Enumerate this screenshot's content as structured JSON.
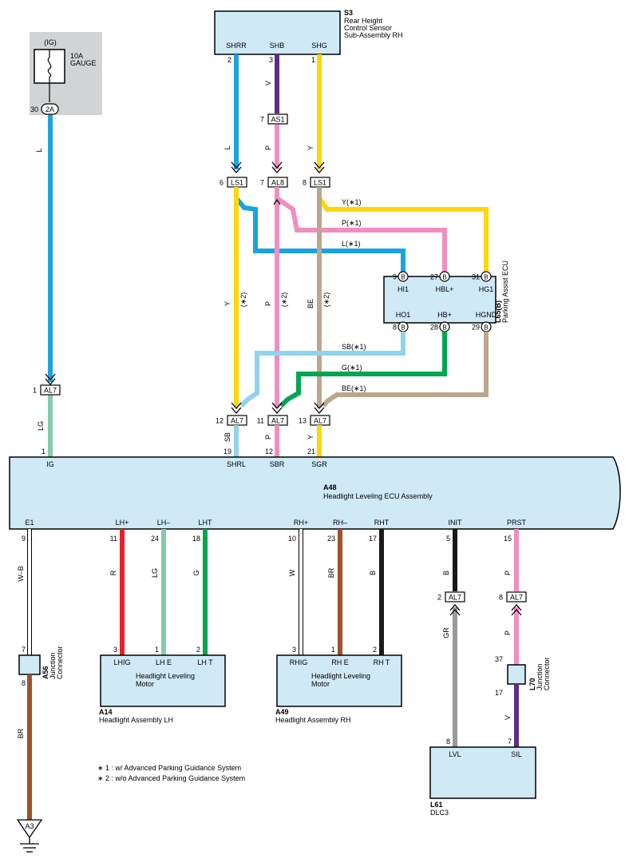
{
  "fuse": {
    "supply": "(IG)",
    "rating": "10A",
    "name": "GAUGE",
    "pin": "30",
    "connector": "2A"
  },
  "s3": {
    "ref": "S3",
    "name_lines": [
      "Rear Height",
      "Control Sensor",
      "Sub-Assembly RH"
    ],
    "pins": [
      {
        "label": "SHRR",
        "num": "2"
      },
      {
        "label": "SHB",
        "num": "3"
      },
      {
        "label": "SHG",
        "num": "1"
      }
    ]
  },
  "junctions": {
    "as1": {
      "num": "7",
      "label": "AS1"
    },
    "ls1_a": {
      "num": "6",
      "label": "LS1"
    },
    "al8": {
      "num": "7",
      "label": "AL8"
    },
    "ls1_b": {
      "num": "8",
      "label": "LS1"
    },
    "al7_ig": {
      "num": "1",
      "label": "AL7"
    },
    "al7_sb": {
      "num": "12",
      "label": "AL7"
    },
    "al7_p": {
      "num": "11",
      "label": "AL7"
    },
    "al7_y": {
      "num": "13",
      "label": "AL7"
    },
    "al7_init": {
      "num": "2",
      "label": "AL7"
    },
    "al7_prst": {
      "num": "8",
      "label": "AL7"
    }
  },
  "wire_labels": {
    "ig_top": "L",
    "ig_bottom": "LG",
    "s3_shrr": "L",
    "s3_shb": "V",
    "s3_shb_p": "P",
    "s3_shg": "Y",
    "y_note1": "Y(∗1)",
    "p_note1": "P(∗1)",
    "l_note1": "L(∗1)",
    "y_note2": "Y",
    "p_note2": "P",
    "be_note2": "BE",
    "note2": "(∗2)",
    "sb_note1": "SB(∗1)",
    "g_note1": "G(∗1)",
    "be_note1": "BE(∗1)",
    "sb_bottom": "SB",
    "p_bottom": "P",
    "y_bottom": "Y",
    "e1": "W–B",
    "lh_plus": "R",
    "lh_minus": "LG",
    "lht": "G",
    "rh_plus": "W",
    "rh_minus": "BR",
    "rht": "B",
    "init": "B",
    "init_low": "GR",
    "prst": "P",
    "prst_low": "P",
    "l70_low": "V",
    "a56_low": "BR"
  },
  "parking_ecu": {
    "ref": "L65(B)",
    "name": "Parking Assist ECU",
    "top_pins": [
      {
        "num": "9",
        "conn": "B",
        "label": "HI1"
      },
      {
        "num": "27",
        "conn": "B",
        "label": "HBL+"
      },
      {
        "num": "31",
        "conn": "B",
        "label": "HG1"
      }
    ],
    "bottom_pins": [
      {
        "num": "8",
        "conn": "B",
        "label": "HO1"
      },
      {
        "num": "28",
        "conn": "B",
        "label": "HB+"
      },
      {
        "num": "29",
        "conn": "B",
        "label": "HGND"
      }
    ]
  },
  "a48": {
    "ref": "A48",
    "name": "Headlight Leveling ECU Assembly",
    "top_pins": [
      {
        "num": "1",
        "label": "IG"
      },
      {
        "num": "19",
        "label": "SHRL"
      },
      {
        "num": "12",
        "label": "SBR"
      },
      {
        "num": "21",
        "label": "SGR"
      }
    ],
    "bottom_pins": [
      {
        "num": "9",
        "label": "E1"
      },
      {
        "num": "11",
        "label": "LH+"
      },
      {
        "num": "24",
        "label": "LH–"
      },
      {
        "num": "18",
        "label": "LHT"
      },
      {
        "num": "10",
        "label": "RH+"
      },
      {
        "num": "23",
        "label": "RH–"
      },
      {
        "num": "17",
        "label": "RHT"
      },
      {
        "num": "5",
        "label": "INIT"
      },
      {
        "num": "15",
        "label": "PRST"
      }
    ]
  },
  "a14": {
    "ref": "A14",
    "name": "Headlight Assembly LH",
    "motor_lines": [
      "Headlight Leveling",
      "Motor"
    ],
    "pins": [
      {
        "num": "3",
        "label": "LHIG"
      },
      {
        "num": "1",
        "label": "LH E"
      },
      {
        "num": "2",
        "label": "LH T"
      }
    ]
  },
  "a49": {
    "ref": "A49",
    "name": "Headlight Assembly RH",
    "motor_lines": [
      "Headlight Leveling",
      "Motor"
    ],
    "pins": [
      {
        "num": "3",
        "label": "RHIG"
      },
      {
        "num": "1",
        "label": "RH E"
      },
      {
        "num": "2",
        "label": "RH T"
      }
    ]
  },
  "a56": {
    "ref": "A56",
    "name_lines": [
      "Junction",
      "Connector"
    ],
    "pin_top": "7",
    "pin_bottom": "8"
  },
  "l70": {
    "ref": "L70",
    "name_lines": [
      "Junction",
      "Connector"
    ],
    "pin_top": "37",
    "pin_bottom": "17"
  },
  "l61": {
    "ref": "L61",
    "name": "DLC3",
    "pins": [
      {
        "num": "8",
        "label": "LVL"
      },
      {
        "num": "7",
        "label": "SIL"
      }
    ]
  },
  "ground": {
    "label": "A3"
  },
  "notes": [
    "∗ 1 : w/ Advanced Parking Guidance System",
    "∗ 2 : w/o Advanced Parking Guidance System"
  ],
  "colors": {
    "box_fill": "#cfe9f5",
    "fuse_bg": "#d1d3d4",
    "L": "#1aa3e0",
    "LG": "#85ccaa",
    "V": "#5c2d88",
    "P": "#f08ec0",
    "Y": "#ffd800",
    "SB": "#8fd4ef",
    "G": "#00a650",
    "BE": "#bba78e",
    "R": "#e8202a",
    "BR": "#a0522d",
    "B": "#1a1a1a",
    "GR": "#9a9a9a",
    "W": "#ffffff"
  }
}
